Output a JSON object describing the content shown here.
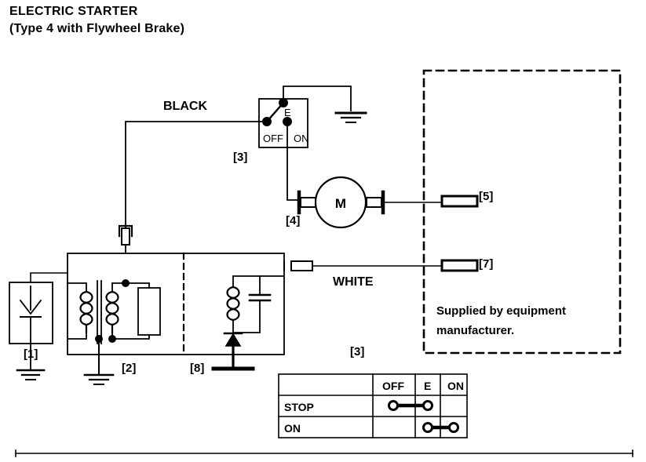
{
  "diagram": {
    "title_line1": "ELECTRIC STARTER",
    "title_line2": "(Type 4 with Flywheel Brake)",
    "wire_labels": {
      "black": "BLACK",
      "white": "WHITE"
    },
    "switch": {
      "terminal_e": "E",
      "terminal_off": "OFF",
      "terminal_on": "ON",
      "ref": "[3]"
    },
    "motor": {
      "symbol": "M",
      "ref": "[4]"
    },
    "refs": {
      "rectifier": "[1]",
      "coil_module": "[2]",
      "switch_box": "[3]",
      "motor_terminal": "[4]",
      "connector_black": "[5]",
      "connector_white": "[7]",
      "ignition_module": "[8]",
      "equipment_block": "[3]"
    },
    "supplied_note": "Supplied by equipment\nmanufacturer.",
    "supplied_note_line1": "Supplied by equipment",
    "supplied_note_line2": "manufacturer.",
    "switch_table": {
      "headers": [
        "",
        "OFF",
        "E",
        "ON"
      ],
      "rows": [
        {
          "label": "STOP",
          "connects": [
            "OFF",
            "E"
          ]
        },
        {
          "label": "ON",
          "connects": [
            "E",
            "ON"
          ]
        }
      ]
    },
    "colors": {
      "line": "#000000",
      "background": "#ffffff",
      "text": "#000000"
    }
  }
}
